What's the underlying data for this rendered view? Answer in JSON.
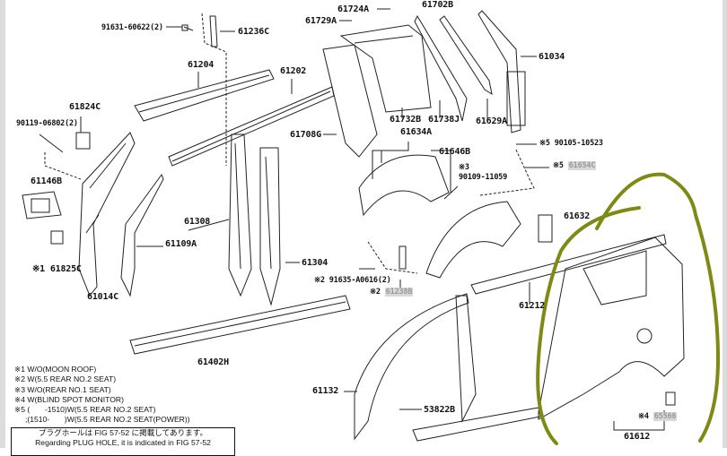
{
  "labels": {
    "p91631": "91631-60622(2)",
    "p61236C": "61236C",
    "p61729A": "61729A",
    "p61724A": "61724A",
    "p61702B": "61702B",
    "p61204": "61204",
    "p61202": "61202",
    "p61034": "61034",
    "p61824C": "61824C",
    "p90119": "90119-06802(2)",
    "p61708G": "61708G",
    "p61732B": "61732B",
    "p61738J": "61738J",
    "p61629A": "61629A",
    "p61634A": "61634A",
    "p61646B": "61646B",
    "p90105": "※5 90105-10523",
    "p61654C_mark": "※5",
    "p61654C": "61654C",
    "p90109_mark": "※3",
    "p90109": "90109-11059",
    "p61146B": "61146B",
    "p61308": "61308",
    "p61109A": "61109A",
    "p61632": "61632",
    "p61825C": "※1 61825C",
    "p61014C": "61014C",
    "p61304": "61304",
    "p91635": "※2 91635-A0616(2)",
    "p61238B_mark": "※2",
    "p61238B": "61238B",
    "p61212": "61212",
    "p61402H": "61402H",
    "p61132": "61132",
    "p53822B": "53822B",
    "p65566_mark": "※4",
    "p65566": "65566",
    "p61612": "61612"
  },
  "notes": [
    "※1  W/O(MOON ROOF)",
    "※2  W(5.5 REAR NO.2 SEAT)",
    "※3  W/O(REAR NO.1 SEAT)",
    "※4  W(BLIND SPOT MONITOR)",
    "※5 (       -1510)W(5.5 REAR NO.2 SEAT)",
    "     ;(1510-       )W(5.5 REAR NO.2 SEAT(POWER))"
  ],
  "plug_hole_note": {
    "jp": "プラグホールは FIG 57-52 に掲載してあります。",
    "en": "Regarding PLUG HOLE, it is indicated in FIG 57-52"
  },
  "colors": {
    "highlight_marker": "#7f8a14"
  }
}
